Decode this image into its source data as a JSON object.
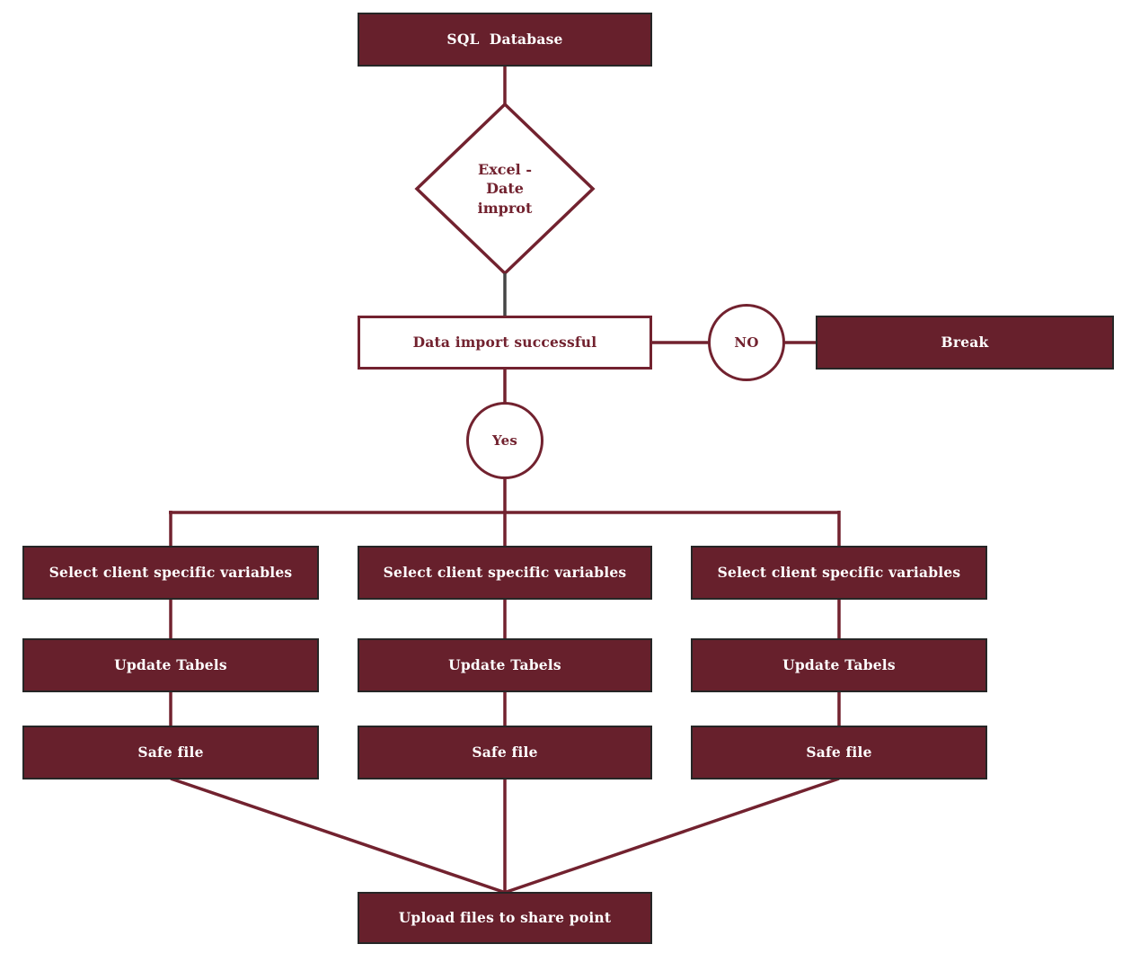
{
  "diagram": {
    "type": "flowchart",
    "colors": {
      "node_fill": "#67202c",
      "node_border": "#262626",
      "outline_accent": "#72222f",
      "connector": "#72222f",
      "connector_gray": "#454545",
      "text_on_fill": "#ffffff",
      "text_on_white": "#72222f",
      "background": "#ffffff"
    },
    "nodes": {
      "sql_database": "SQL  Database",
      "excel_date_import": "Excel -\nDate\nimprot",
      "data_import_successful": "Data import successful",
      "no_label": "NO",
      "break": "Break",
      "yes_label": "Yes",
      "upload": "Upload files to share point"
    },
    "columns": [
      {
        "select": "Select client specific variables",
        "update": "Update Tabels",
        "safe": "Safe file"
      },
      {
        "select": "Select client specific variables",
        "update": "Update Tabels",
        "safe": "Safe file"
      },
      {
        "select": "Select client specific variables",
        "update": "Update Tabels",
        "safe": "Safe file"
      }
    ]
  }
}
